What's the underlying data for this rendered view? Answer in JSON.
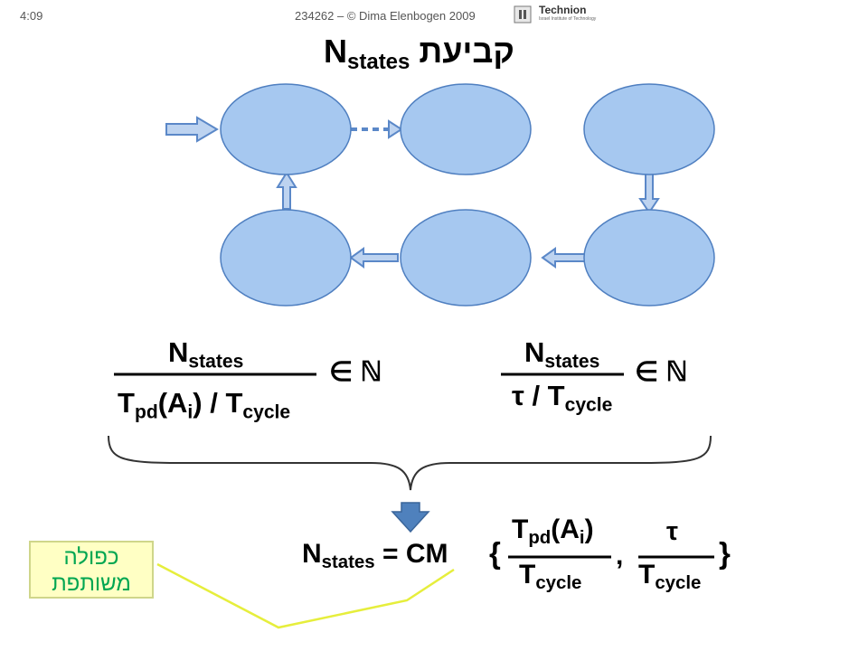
{
  "header": {
    "timer": "4:09",
    "footer_credit": "234262 – © Dima Elenbogen 2009",
    "logo_name": "Technion",
    "logo_tagline": "Israel Institute of Technology"
  },
  "title": {
    "hebrew": "קביעת",
    "symbol": "N",
    "subscript": "states"
  },
  "condition_1": {
    "numerator_symbol": "N",
    "numerator_subscript": "states",
    "den_T": "T",
    "den_pd": "pd",
    "den_A": "(A",
    "den_i": "i",
    "den_rest": ") / T",
    "den_cycle": "cycle",
    "belongs": "∈",
    "naturals": "ℕ"
  },
  "condition_2": {
    "numerator_symbol": "N",
    "numerator_subscript": "states",
    "den_tau": "τ / T",
    "den_cycle": "cycle",
    "belongs": "∈",
    "naturals": "ℕ"
  },
  "formula": {
    "lhs_symbol": "N",
    "lhs_subscript": "states",
    "equals_cm": " = CM",
    "open_brace": "{",
    "close_brace": "}",
    "comma": ",",
    "frac1_T": "T",
    "frac1_pd": "pd",
    "frac1_A": "(A",
    "frac1_i": "i",
    "frac1_close": ")",
    "frac1_den_T": "T",
    "frac1_den_cycle": "cycle",
    "frac2_tau": "τ",
    "frac2_den_T": "T",
    "frac2_den_cycle": "cycle"
  },
  "callout": {
    "line1": "כפולה",
    "line2": "משותפת"
  },
  "colors": {
    "node_fill": "#a6c8f0",
    "node_stroke": "#4f7fc0",
    "arrow_fill": "#bdd3f0",
    "arrow_stroke": "#5b88c8",
    "callout_text": "#00a651",
    "callout_line": "#e6ee3c",
    "big_arrow": "#4f81bd"
  }
}
